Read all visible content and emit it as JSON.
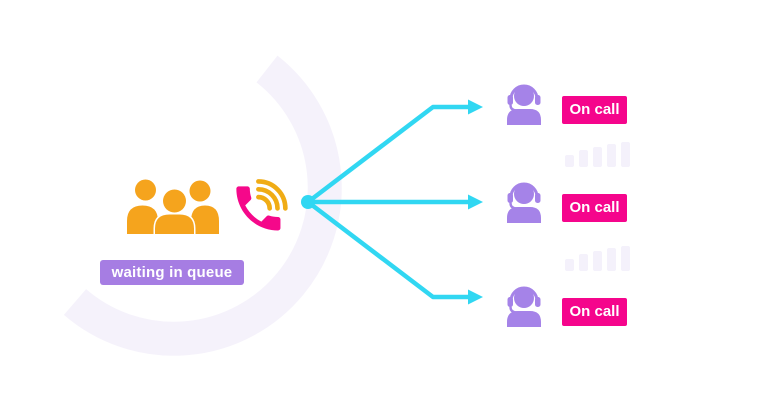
{
  "diagram": {
    "queue_label": "waiting in queue",
    "agents": [
      {
        "status": "On call"
      },
      {
        "status": "On call"
      },
      {
        "status": "On call"
      }
    ],
    "signal_bars": {
      "levels": [
        12,
        17,
        20,
        23,
        25
      ]
    }
  },
  "icons": [
    "people-group-icon",
    "phone-icon",
    "signal-waves-icon",
    "routing-dot",
    "arrow-right-icon",
    "agent-headset-icon"
  ],
  "colors": {
    "amber": "#F5A41D",
    "waveAmber": "#F0AC15",
    "pink": "#F5088A",
    "badgePink": "#F5058C",
    "labelPurple": "#A67DE3",
    "agentPurple": "#A583E8",
    "cyan": "#31D7F2",
    "arcLavender": "#F5F2FB",
    "barLavender": "#F4F1FB"
  }
}
